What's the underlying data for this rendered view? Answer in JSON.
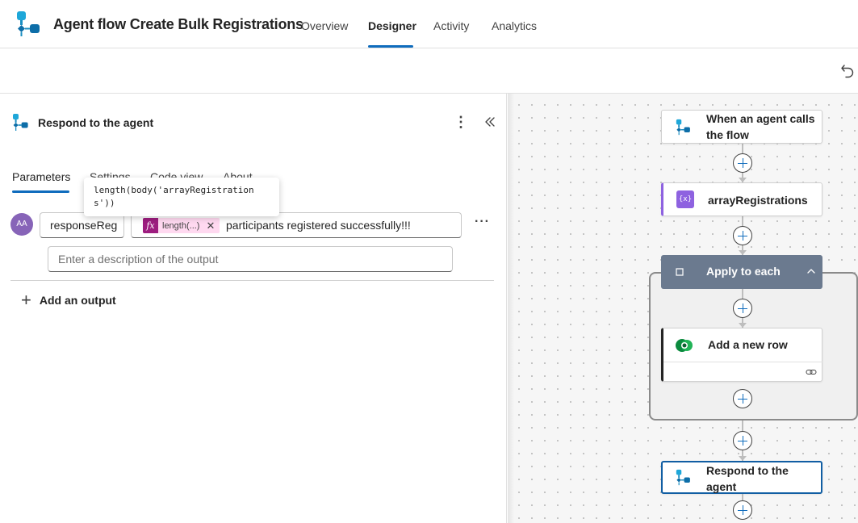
{
  "header": {
    "title": "Agent flow Create Bulk Registrations",
    "tabs": [
      "Overview",
      "Designer",
      "Activity",
      "Analytics"
    ],
    "active_tab": "Designer"
  },
  "panel": {
    "title": "Respond to the agent",
    "tabs": [
      "Parameters",
      "Settings",
      "Code view",
      "About"
    ],
    "active_tab": "Parameters",
    "tooltip": "length(body('arrayRegistration\ns'))",
    "avatar_initials": "AA",
    "output_name": "responseReg",
    "token_label": "length(...)",
    "token_close": "✕",
    "token_fx": "fx",
    "value_text": "participants registered successfully!!!",
    "row_more": "···",
    "description_placeholder": "Enter a description of the output",
    "add_output_label": "Add an output",
    "add_output_plus": "+"
  },
  "flow": {
    "trigger": "When an agent calls the flow",
    "trigger_line1": "When an agent calls",
    "trigger_line2": "the flow",
    "variable": "arrayRegistrations",
    "loop": "Apply to each",
    "action": "Add a new row",
    "respond_line1": "Respond to the",
    "respond_line2": "agent"
  },
  "colors": {
    "accent": "#0f6cbd",
    "loop_header": "#6b7a8f",
    "variable_icon": "#8e62e0",
    "fx_token": "#9d1d7f"
  }
}
